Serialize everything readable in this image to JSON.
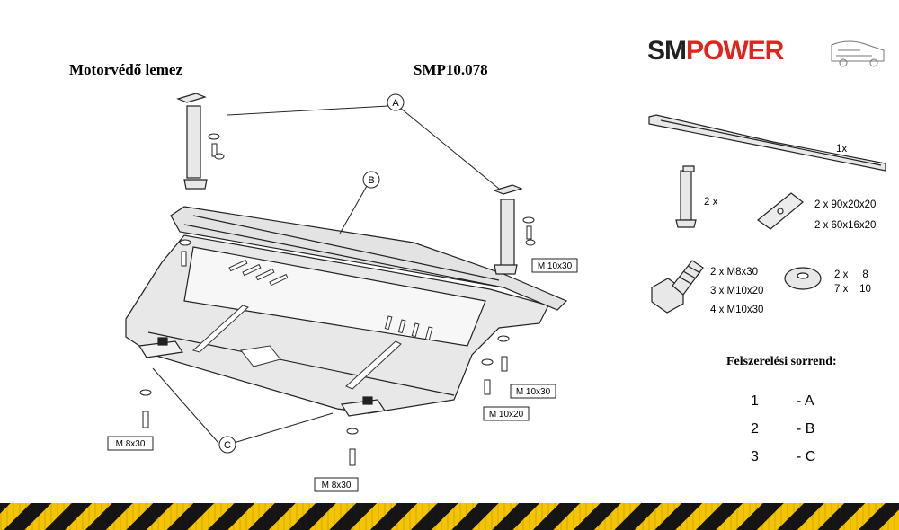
{
  "header": {
    "title": "Motorvédő lemez",
    "part_number": "SMP10.078"
  },
  "brand": {
    "left": "SM",
    "right": "POWER",
    "colors": {
      "dark": "#222222",
      "accent": "#e3231b"
    }
  },
  "callouts": {
    "a": "A",
    "b": "B",
    "c": "C"
  },
  "bolt_labels": {
    "m10x30_top": "M 10x30",
    "m10x30_mid": "M 10x30",
    "m10x20": "M 10x20",
    "m8x30_left": "M 8x30",
    "m8x30_bottom": "M 8x30"
  },
  "parts": {
    "rail_qty": "1x",
    "bracket_qty": "2 x",
    "plate_qty1": "2 x  90x20x20",
    "plate_qty2": "2 x  60x16x20",
    "bolt_line1": "2 x  M8x30",
    "bolt_line2": "3 x  M10x20",
    "bolt_line3": "4 x M10x30",
    "washer_line1": "2 x     8",
    "washer_line2": "7 x    10"
  },
  "sequence": {
    "title": "Felszerelési sorrend:",
    "steps": [
      {
        "num": "1",
        "code": "- A"
      },
      {
        "num": "2",
        "code": "- B"
      },
      {
        "num": "3",
        "code": "- C"
      }
    ]
  },
  "footer": {
    "stripe_colors": [
      "#f4c400",
      "#151515"
    ]
  }
}
